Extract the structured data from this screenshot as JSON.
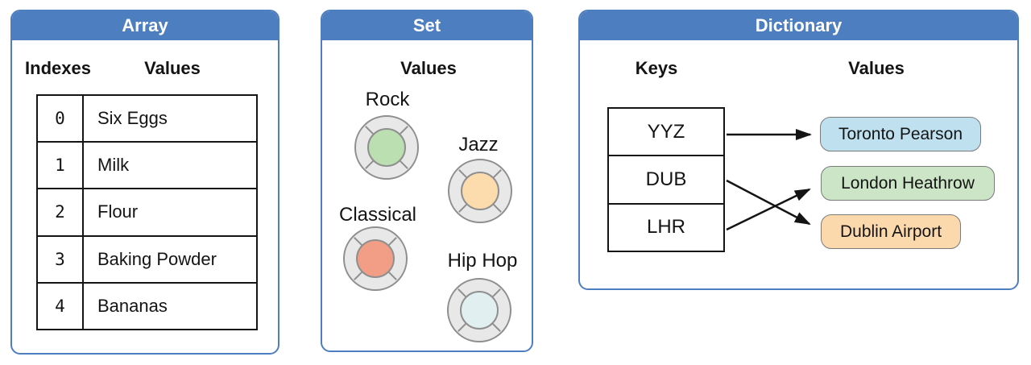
{
  "colors": {
    "header_blue": "#4d7ebf",
    "panel_border_blue": "#4d7ebf",
    "table_line": "#141414",
    "disc_ring_gray": "#e8e8e8",
    "disc_border_gray": "#8f8f8f",
    "arrow_black": "#141414"
  },
  "array": {
    "title": "Array",
    "col_indexes": "Indexes",
    "col_values": "Values",
    "rows": [
      {
        "index": "0",
        "value": "Six Eggs"
      },
      {
        "index": "1",
        "value": "Milk"
      },
      {
        "index": "2",
        "value": "Flour"
      },
      {
        "index": "3",
        "value": "Baking Powder"
      },
      {
        "index": "4",
        "value": "Bananas"
      }
    ]
  },
  "set": {
    "title": "Set",
    "col_values": "Values",
    "items": [
      {
        "label": "Rock",
        "color": "#bcdfb2"
      },
      {
        "label": "Jazz",
        "color": "#fcdcad"
      },
      {
        "label": "Classical",
        "color": "#f29e86"
      },
      {
        "label": "Hip Hop",
        "color": "#e1eff1"
      }
    ]
  },
  "dictionary": {
    "title": "Dictionary",
    "col_keys": "Keys",
    "col_values": "Values",
    "keys": [
      "YYZ",
      "DUB",
      "LHR"
    ],
    "values": [
      {
        "label": "Toronto Pearson",
        "color": "#bfe1ef"
      },
      {
        "label": "London Heathrow",
        "color": "#cbe5c6"
      },
      {
        "label": "Dublin Airport",
        "color": "#fcd9ac"
      }
    ],
    "mappings": [
      {
        "key": "YYZ",
        "value": "Toronto Pearson"
      },
      {
        "key": "DUB",
        "value": "Dublin Airport"
      },
      {
        "key": "LHR",
        "value": "London Heathrow"
      }
    ]
  }
}
